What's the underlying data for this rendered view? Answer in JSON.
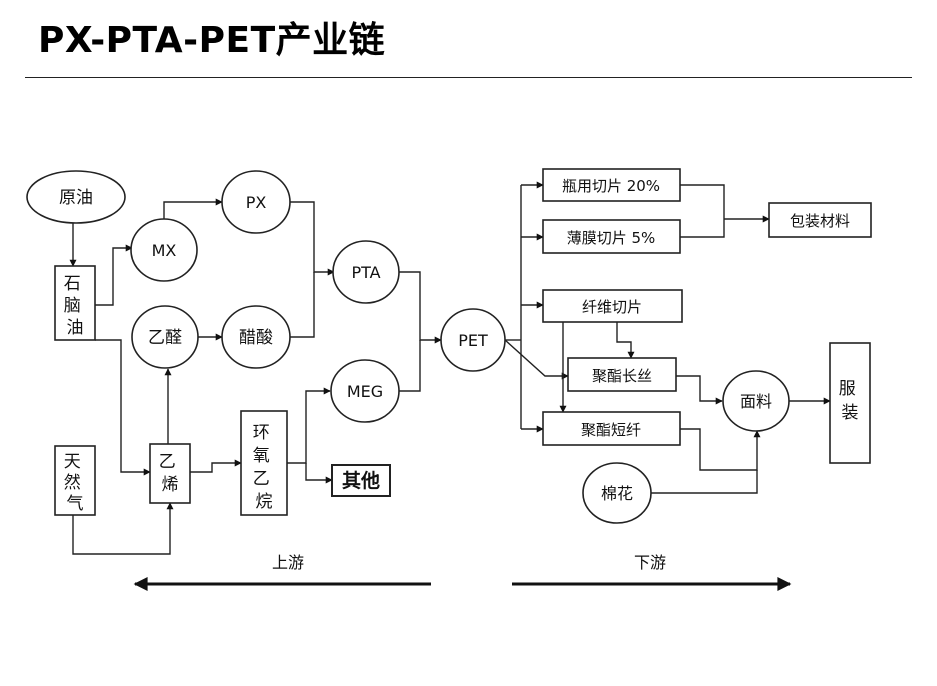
{
  "title": "PX-PTA-PET产业链",
  "nodes": {
    "crude_oil": "原油",
    "naphtha": "石脑油",
    "mx": "MX",
    "px": "PX",
    "acetaldehyde": "乙醛",
    "acetic_acid": "醋酸",
    "pta": "PTA",
    "meg": "MEG",
    "pet": "PET",
    "natural_gas": "天然气",
    "ethylene": "乙烯",
    "ethylene_oxide": "环氧乙烷",
    "others": "其他",
    "bottle_chip": "瓶用切片 20%",
    "film_chip": "薄膜切片 5%",
    "packaging": "包装材料",
    "fiber_chip": "纤维切片",
    "polyester_filament": "聚酯长丝",
    "polyester_staple": "聚酯短纤",
    "cotton": "棉花",
    "fabric": "面料",
    "garment": "服装"
  },
  "labels": {
    "upstream": "上游",
    "downstream": "下游"
  }
}
